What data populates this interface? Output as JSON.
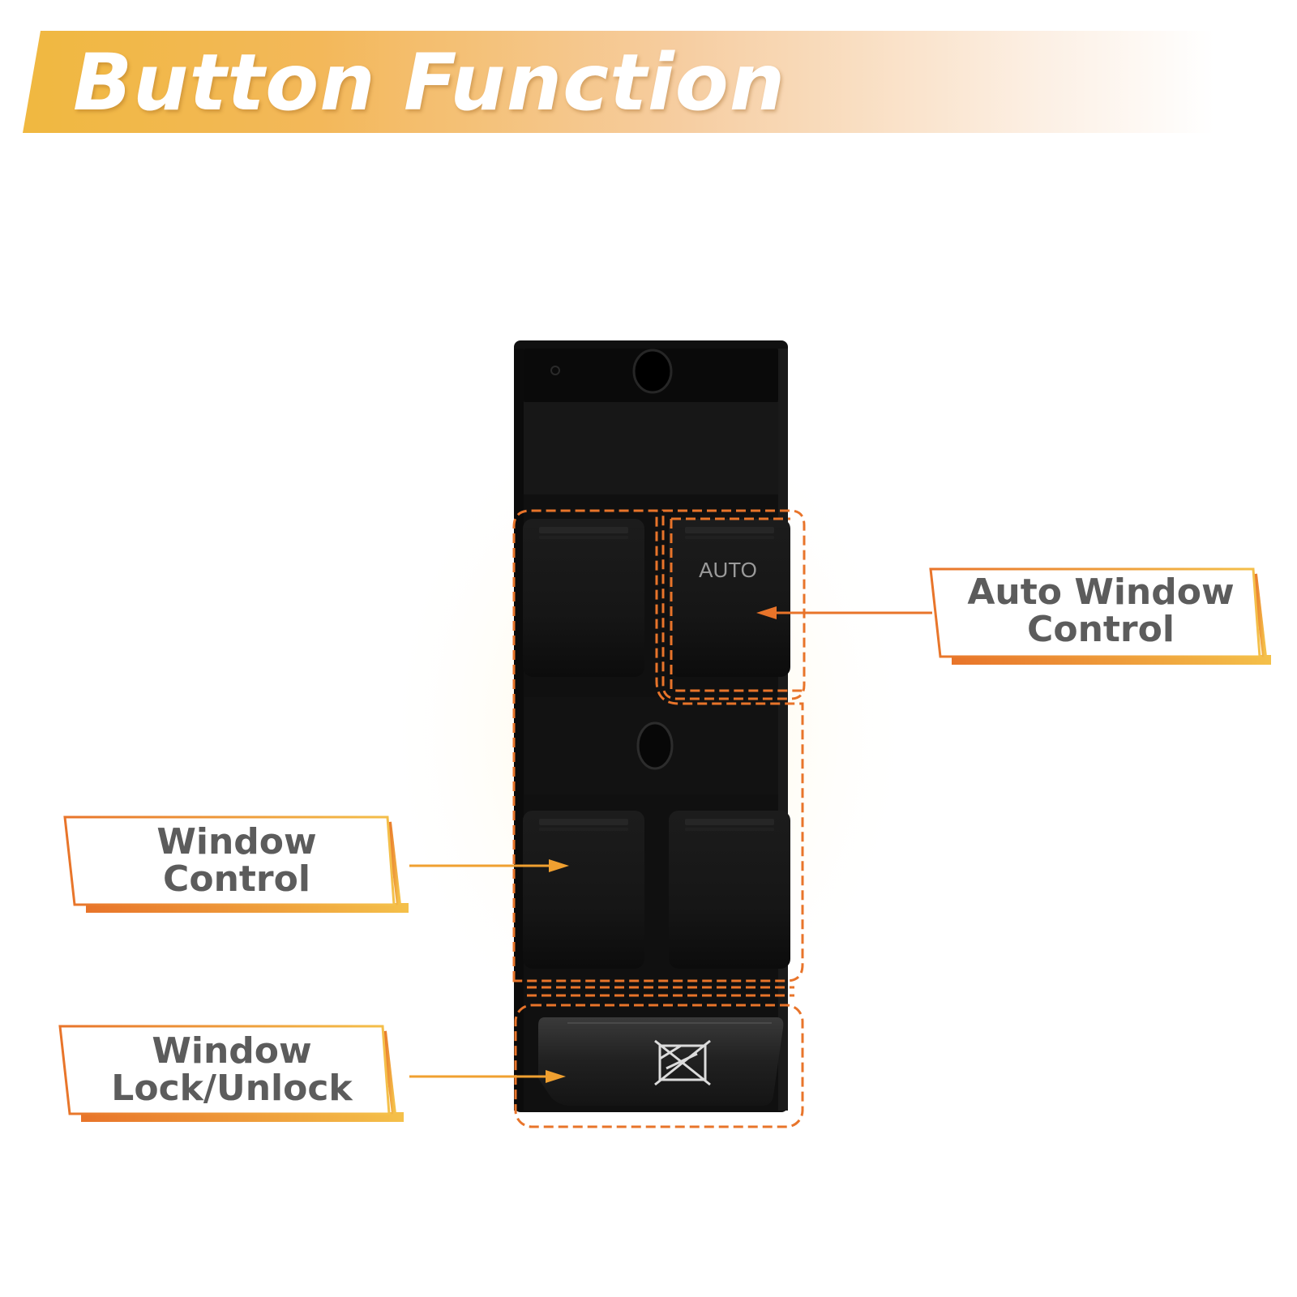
{
  "header": {
    "title": "Button Function"
  },
  "switch": {
    "auto_label": "AUTO"
  },
  "callouts": {
    "auto": {
      "line1": "Auto Window",
      "line2": "Control"
    },
    "window": {
      "line1": "Window",
      "line2": "Control"
    },
    "lock": {
      "line1": "Window",
      "line2": "Lock/Unlock"
    }
  },
  "colors": {
    "accent_orange": "#e8742a",
    "accent_yellow": "#f4c04a",
    "switch_body": "#121212",
    "label_text": "#5c5c5c"
  }
}
